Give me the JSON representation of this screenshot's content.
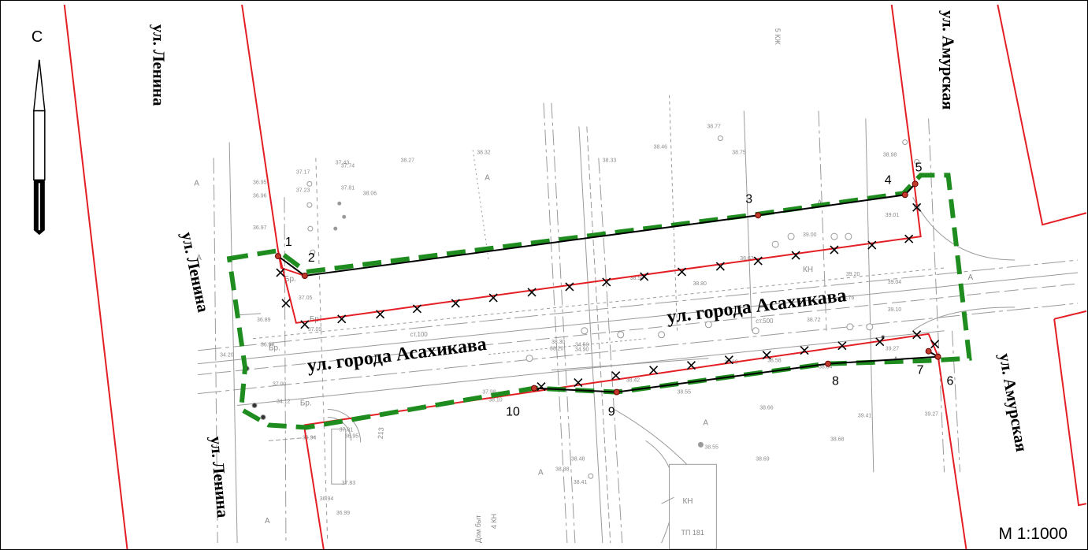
{
  "north_label": "С",
  "streets": {
    "lenina": "ул. Ленина",
    "amurskaya": "ул. Амурская",
    "asahikava": "ул. города Асахикава"
  },
  "points": [
    "1",
    "2",
    "3",
    "4",
    "5",
    "6",
    "7",
    "8",
    "9",
    "10"
  ],
  "scale": "М 1:1000",
  "annotations": {
    "kn": "КН",
    "tp": "ТП 181",
    "a": "А",
    "br": "Бр.",
    "st500": "ст.500",
    "st100": "ст.100",
    "kn4": "4 КН",
    "dom": "Дом быт",
    "koc": "5 КЖ",
    "num213": "213"
  },
  "colors": {
    "boundary_red": "#e31e24",
    "zone_green": "#1e8c1e",
    "point_fill": "#c0392b",
    "survey_gray": "#9a9a9a"
  }
}
